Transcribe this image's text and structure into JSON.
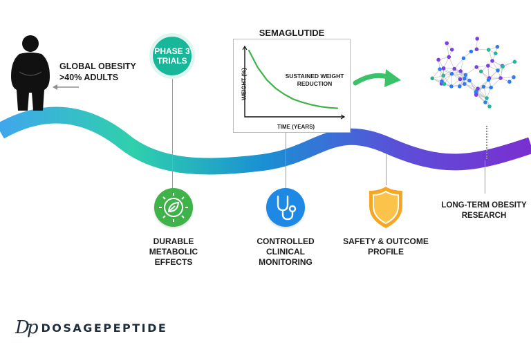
{
  "colors": {
    "wave_start": "#3fa6ec",
    "wave_mid": "#2fd0ac",
    "wave_blue": "#1a8fd4",
    "wave_end": "#7a2fd0",
    "phase_circle": "#18b79a",
    "metabolic_green": "#3fb24a",
    "stethoscope_blue": "#1e88e5",
    "shield_orange": "#f5a623",
    "arrow_green": "#39c267",
    "brand_dark": "#1f2d3a"
  },
  "obesity": {
    "line1": "GLOBAL OBESITY",
    "line2": ">40% ADULTS",
    "icon": "person-silhouette-icon"
  },
  "phase": {
    "line1": "PHASE 3",
    "line2": "TRIALS"
  },
  "chart_panel": {
    "title": "SEMAGLUTIDE",
    "annotation_line1": "SUSTAINED WEIGHT",
    "annotation_line2": "REDUCTION"
  },
  "chart_data": {
    "type": "line",
    "title": "SEMAGLUTIDE",
    "xlabel": "TIME (YEARS)",
    "ylabel": "WEIGHT (%)",
    "series": [
      {
        "x": [
          0,
          0.1,
          0.2,
          0.3,
          0.4,
          0.5,
          0.6,
          0.7,
          0.8,
          0.9,
          1.0
        ],
        "y": [
          1.0,
          0.72,
          0.52,
          0.38,
          0.28,
          0.2,
          0.15,
          0.11,
          0.08,
          0.06,
          0.05
        ]
      }
    ],
    "xlim": [
      0,
      1
    ],
    "ylim": [
      0,
      1
    ],
    "grid": false
  },
  "features": {
    "metabolic": {
      "line1": "DURABLE",
      "line2": "METABOLIC",
      "line3": "EFFECTS",
      "icon": "gear-leaf-icon"
    },
    "monitoring": {
      "line1": "CONTROLLED",
      "line2": "CLINICAL",
      "line3": "MONITORING",
      "icon": "stethoscope-icon"
    },
    "safety": {
      "line1": "SAFETY & OUTCOME",
      "line2": "PROFILE",
      "icon": "shield-icon"
    },
    "research": {
      "line1": "LONG-TERM OBESITY",
      "line2": "RESEARCH",
      "icon": "brain-network-icon"
    }
  },
  "brand": {
    "logo_mark": "Dp",
    "name": "DOSAGEPEPTIDE"
  }
}
